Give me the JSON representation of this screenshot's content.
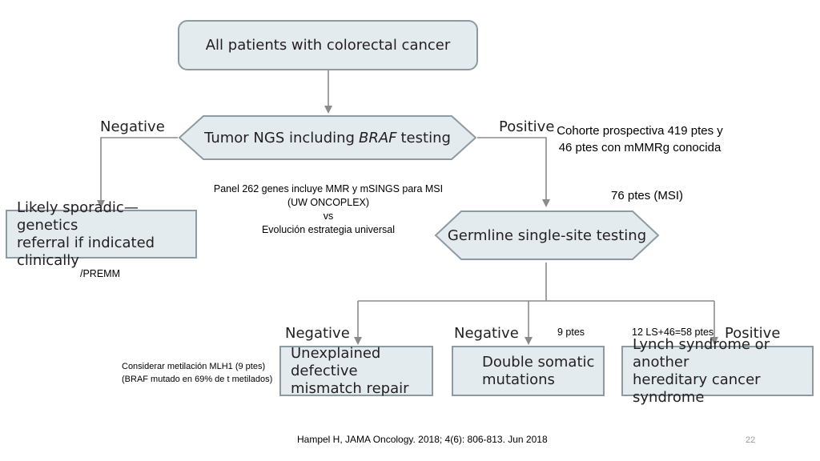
{
  "nodes": {
    "root": "All patients with colorectal cancer",
    "ngs_prefix": "Tumor NGS including",
    "ngs_emph": "BRAF",
    "ngs_suffix": "testing",
    "sporadic_line1": "Likely sporadic—genetics",
    "sporadic_line2": "referral if indicated clinically",
    "germline": "Germline single-site testing",
    "unexplained_line1": "Unexplained defective",
    "unexplained_line2": "mismatch repair",
    "somatic_line1": "Double somatic",
    "somatic_line2": "mutations",
    "lynch_line1": "Lynch syndrome or another",
    "lynch_line2": "hereditary cancer syndrome"
  },
  "edge_labels": {
    "top_negative": "Negative",
    "top_positive": "Positive",
    "bottom_negative_1": "Negative",
    "bottom_negative_2": "Negative",
    "bottom_positive": "Positive"
  },
  "annotations": {
    "cohort_line1": "Cohorte prospectiva 419 ptes y",
    "cohort_line2": "46 ptes con mMMRg conocida",
    "msi": "76 ptes (MSI)",
    "panel_line1": "Panel 262 genes incluye MMR y mSINGS para MSI",
    "panel_line2": "(UW ONCOPLEX)",
    "panel_line3": "vs",
    "panel_line4": "Evolución estrategia universal",
    "premm": "/PREMM",
    "somatic_count": "9 ptes",
    "lynch_count": "12 LS+46=58 ptes",
    "methyl_line1": "Considerar metilación MLH1 (9 ptes)",
    "methyl_line2": "(BRAF mutado en 69% de t  metilados)"
  },
  "footer": {
    "citation": "Hampel H, JAMA Oncology. 2018; 4(6): 806-813. Jun 2018",
    "page_number": "22"
  },
  "colors": {
    "box_fill": "#e4ebef",
    "box_border": "#8e9aa2",
    "connector": "#8a8a8a",
    "text": "#231f20"
  }
}
